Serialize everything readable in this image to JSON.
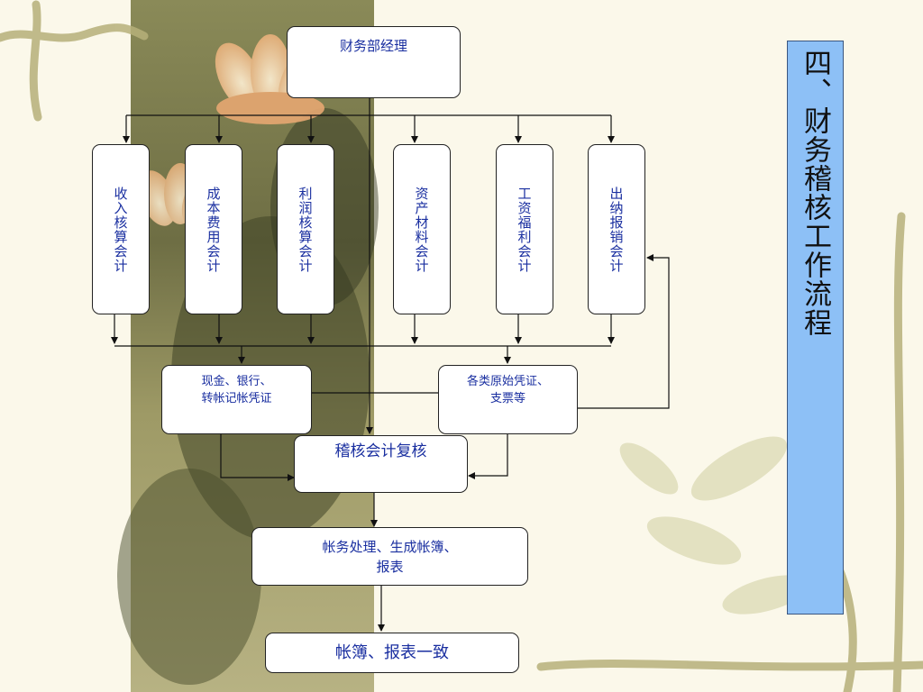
{
  "slide": {
    "title": "四、财务稽核工作流程"
  },
  "nodes": {
    "manager": "财务部经理",
    "income": "收入核算会计",
    "cost": "成本费用会计",
    "profit": "利润核算会计",
    "assets": "资产材料会计",
    "wages": "工资福利会计",
    "cashier": "出纳报销会计",
    "vouchers": "现金、银行、\n转帐记帐凭证",
    "originals": "各类原始凭证、\n支票等",
    "review": "稽核会计复核",
    "processing": "帐务处理、生成帐簿、\n报表",
    "consistent": "帐簿、报表一致"
  },
  "colors": {
    "node_text": "#1a2fa0",
    "title_panel": "#8dc0f6",
    "connector": "#111111"
  }
}
